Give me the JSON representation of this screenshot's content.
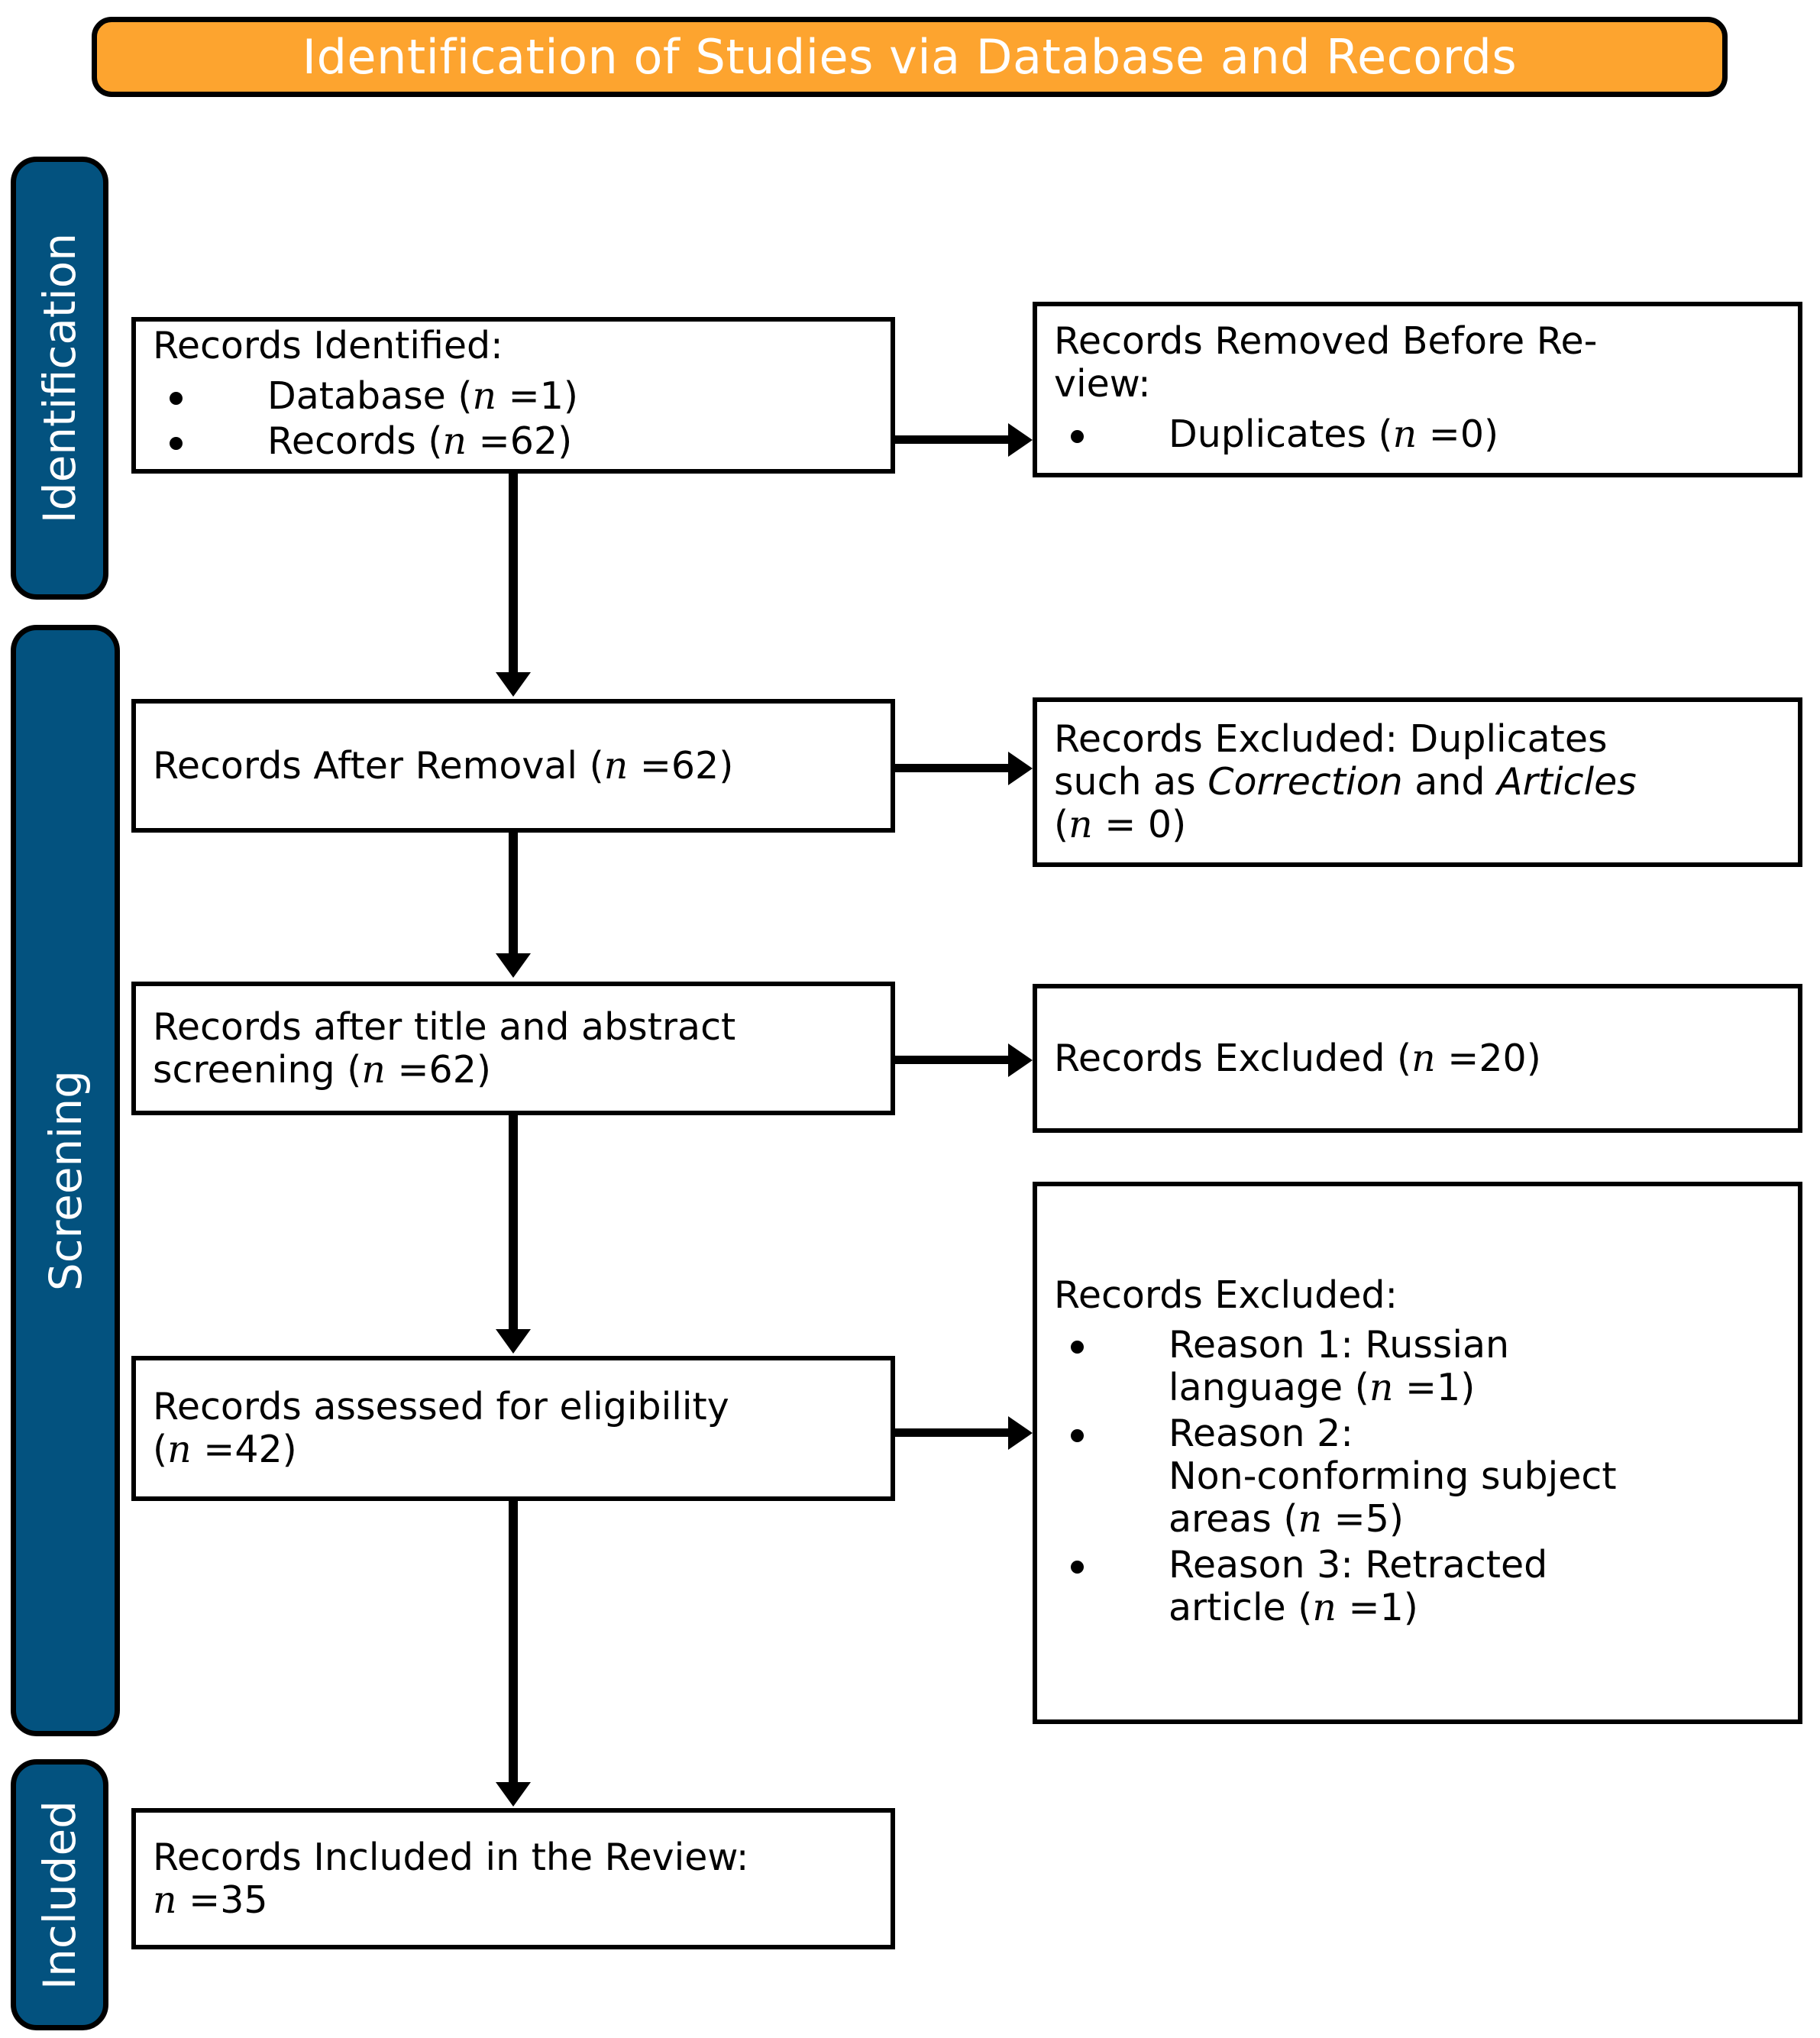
{
  "header": {
    "title": "Identification of Studies via Database and Records",
    "bg_color": "#FDA42F",
    "text_color": "#FFFFFF"
  },
  "stage_color": "#03527F",
  "stages": [
    {
      "label": "Identification"
    },
    {
      "label": "Screening"
    },
    {
      "label": "Included"
    }
  ],
  "boxes": {
    "identified": {
      "title": "Records Identified:",
      "bullets": [
        {
          "text": "Database (",
          "n": "n",
          "eq": " =1)"
        },
        {
          "text": "Records (",
          "n": "n",
          "eq": " =62)"
        }
      ],
      "bullet_1": "Database (n =1)",
      "bullet_2": "Records (n =62)"
    },
    "removed_before": {
      "line1": "Records Removed Before Re-",
      "line2": "view:",
      "bullet_1": "Duplicates (n =0)"
    },
    "after_removal": {
      "text": "Records After Removal (n =62)"
    },
    "excluded_duplicates": {
      "line1_a": "Records Excluded:  Duplicates",
      "line2_a": "such as ",
      "line2_italic1": "Correction",
      "line2_b": " and ",
      "line2_italic2": "Articles",
      "line3": "(n = 0)"
    },
    "title_abstract": {
      "line1": "Records after title and abstract",
      "line2": "screening (n =62)"
    },
    "excluded_20": {
      "text": "Records Excluded (n =20)"
    },
    "excluded_reasons": {
      "title": "Records Excluded:",
      "bullet_1_line1": "Reason 1:  Russian",
      "bullet_1_line2": "language (n =1)",
      "bullet_2_line1": "Reason 2:",
      "bullet_2_line2": "Non-conforming subject",
      "bullet_2_line3": "areas (n =5)",
      "bullet_3_line1": "Reason 3:  Retracted",
      "bullet_3_line2": "article (n =1)"
    },
    "eligibility": {
      "line1": "Records assessed for eligibility",
      "line2": "(n =42)"
    },
    "included": {
      "line1": "Records Included in the Review:",
      "line2": "n =35"
    }
  },
  "chart_data": {
    "type": "diagram",
    "title": "Identification of Studies via Database and Records",
    "counts": {
      "database": 1,
      "records_identified": 62,
      "duplicates_removed": 0,
      "records_after_removal": 62,
      "duplicates_excluded_correction_articles": 0,
      "records_after_title_abstract_screening": 62,
      "records_excluded_screening": 20,
      "records_assessed_for_eligibility": 42,
      "excluded_reason_1_russian_language": 1,
      "excluded_reason_2_non_conforming_subject_areas": 5,
      "excluded_reason_3_retracted_article": 1,
      "records_included_in_review": 35
    }
  }
}
